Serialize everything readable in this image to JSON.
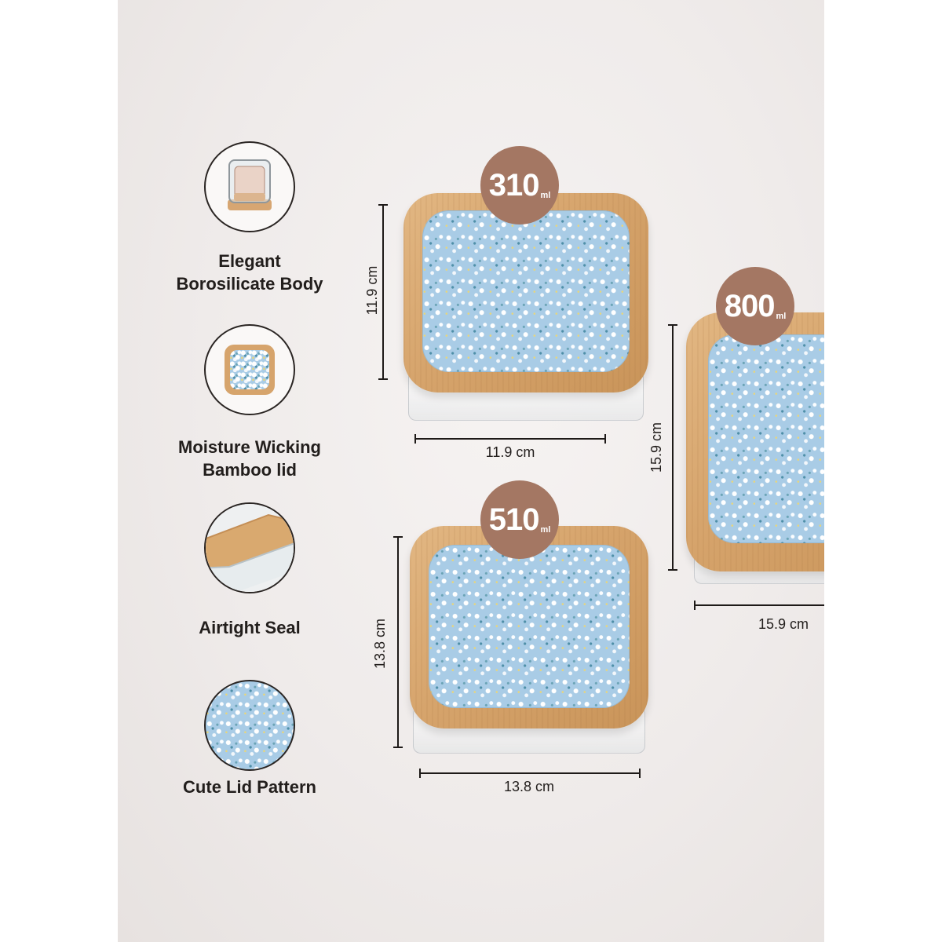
{
  "features": [
    {
      "label_line1": "Elegant",
      "label_line2": "Borosilicate Body",
      "icon": "glass-container-icon"
    },
    {
      "label_line1": "Moisture Wicking",
      "label_line2": "Bamboo lid",
      "icon": "bamboo-lid-icon"
    },
    {
      "label_line1": "Airtight Seal",
      "label_line2": "",
      "icon": "airtight-seal-icon"
    },
    {
      "label_line1": "Cute Lid Pattern",
      "label_line2": "",
      "icon": "floral-pattern-icon"
    }
  ],
  "containers": {
    "small": {
      "capacity": "310",
      "unit": "ml",
      "width": "11.9 cm",
      "height": "11.9 cm"
    },
    "medium": {
      "capacity": "510",
      "unit": "ml",
      "width": "13.8 cm",
      "height": "13.8 cm"
    },
    "large": {
      "capacity": "800",
      "unit": "ml",
      "width": "15.9 cm",
      "height": "15.9 cm"
    }
  },
  "colors": {
    "badge": "#a47763",
    "bamboo": "#d6a46c",
    "pattern_blue": "#a9cce6",
    "text": "#221e1c"
  }
}
